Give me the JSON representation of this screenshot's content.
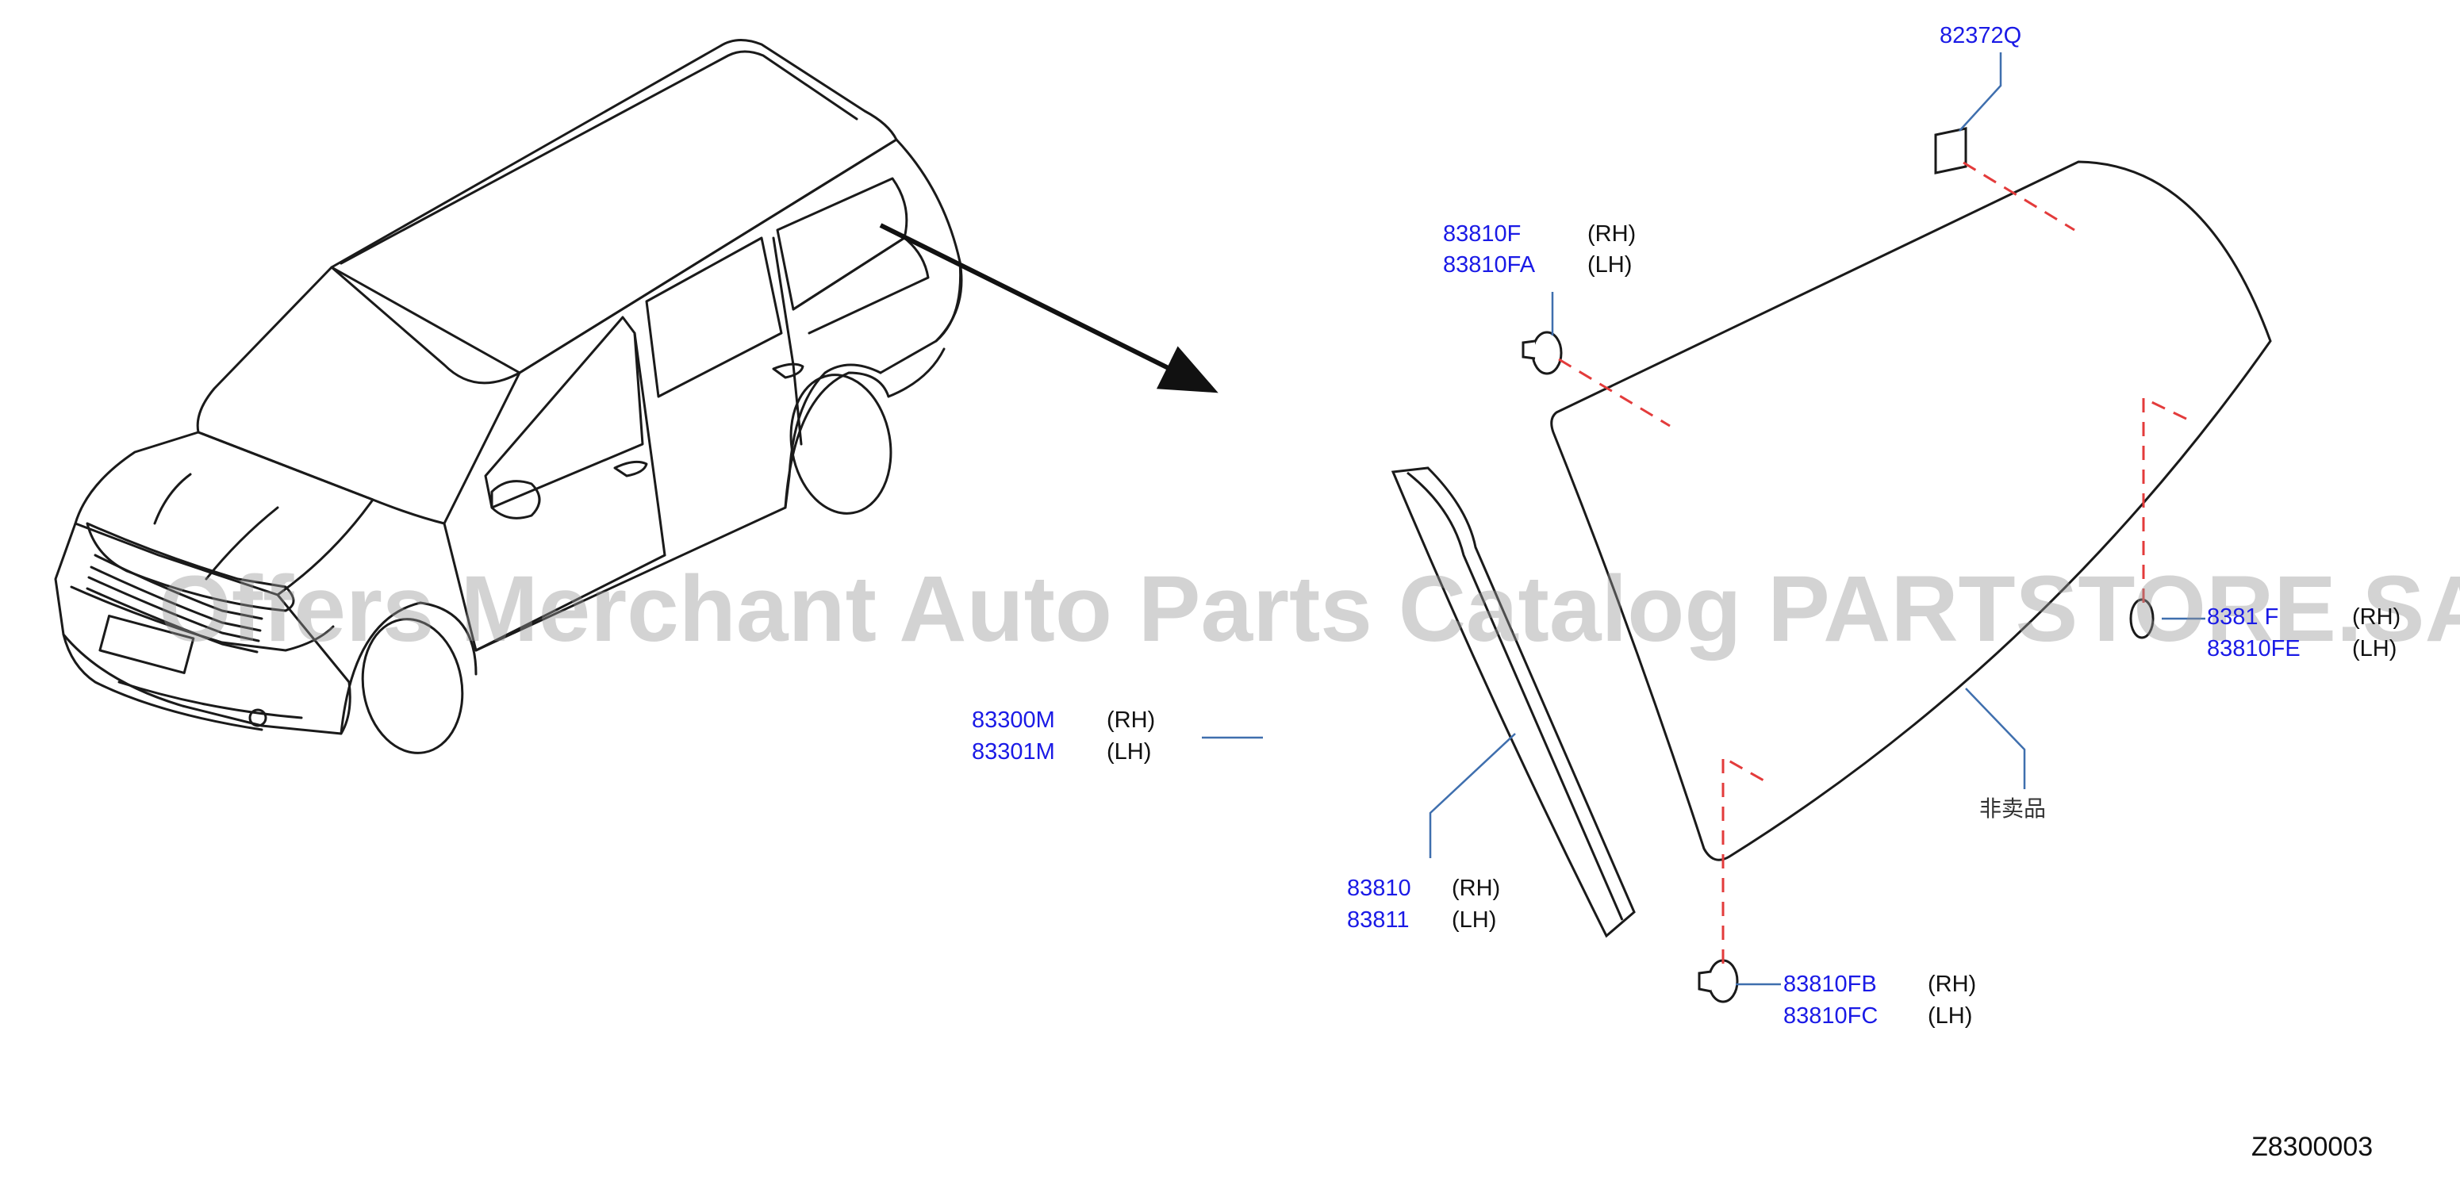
{
  "diagram_code": "Z8300003",
  "watermark": "Offers Merchant Auto Parts Catalog PARTSTORE.SA",
  "not_for_sale": "非卖品",
  "colors": {
    "part_number": "#1a1ae6",
    "leader": "#3f6fae",
    "hidden_line": "#e33b3b",
    "line": "#1a1a1a"
  },
  "callouts": [
    {
      "id": "c1",
      "parts": [
        "82372Q"
      ],
      "sides": []
    },
    {
      "id": "c2",
      "parts": [
        "83810F",
        "83810FA"
      ],
      "sides": [
        "(RH)",
        "(LH)"
      ]
    },
    {
      "id": "c3",
      "parts": [
        "8381 F",
        "83810FE"
      ],
      "sides": [
        "(RH)",
        "(LH)"
      ]
    },
    {
      "id": "c4",
      "parts": [
        "83300M",
        "83301M"
      ],
      "sides": [
        "(RH)",
        "(LH)"
      ]
    },
    {
      "id": "c5",
      "parts": [
        "83810",
        "83811"
      ],
      "sides": [
        "(RH)",
        "(LH)"
      ]
    },
    {
      "id": "c6",
      "parts": [
        "83810FB",
        "83810FC"
      ],
      "sides": [
        "(RH)",
        "(LH)"
      ]
    }
  ]
}
